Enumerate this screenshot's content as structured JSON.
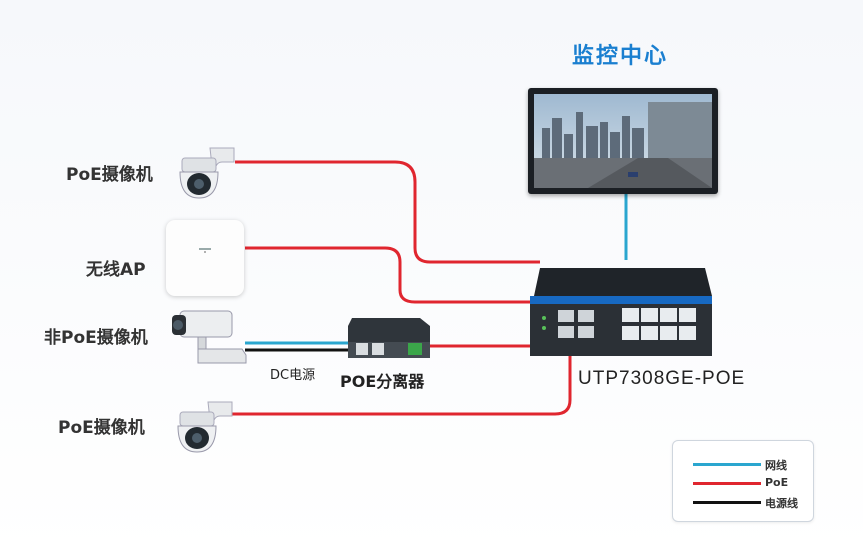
{
  "title": "监控中心",
  "devices": {
    "poe_camera_top": "PoE摄像机",
    "wireless_ap": "无线AP",
    "non_poe_camera": "非PoE摄像机",
    "poe_camera_bottom": "PoE摄像机",
    "dc_power": "DC电源",
    "poe_splitter": "POE分离器",
    "switch_model": "UTP7308GE-POE"
  },
  "legend": {
    "items": [
      {
        "label": "网线",
        "color": "#2aa6cf"
      },
      {
        "label": "PoE",
        "color": "#e0262f"
      },
      {
        "label": "电源线",
        "color": "#111111"
      }
    ]
  },
  "colors": {
    "network": "#2aa6cf",
    "poe": "#e0262f",
    "power": "#111111",
    "accent": "#1a7fd0"
  }
}
